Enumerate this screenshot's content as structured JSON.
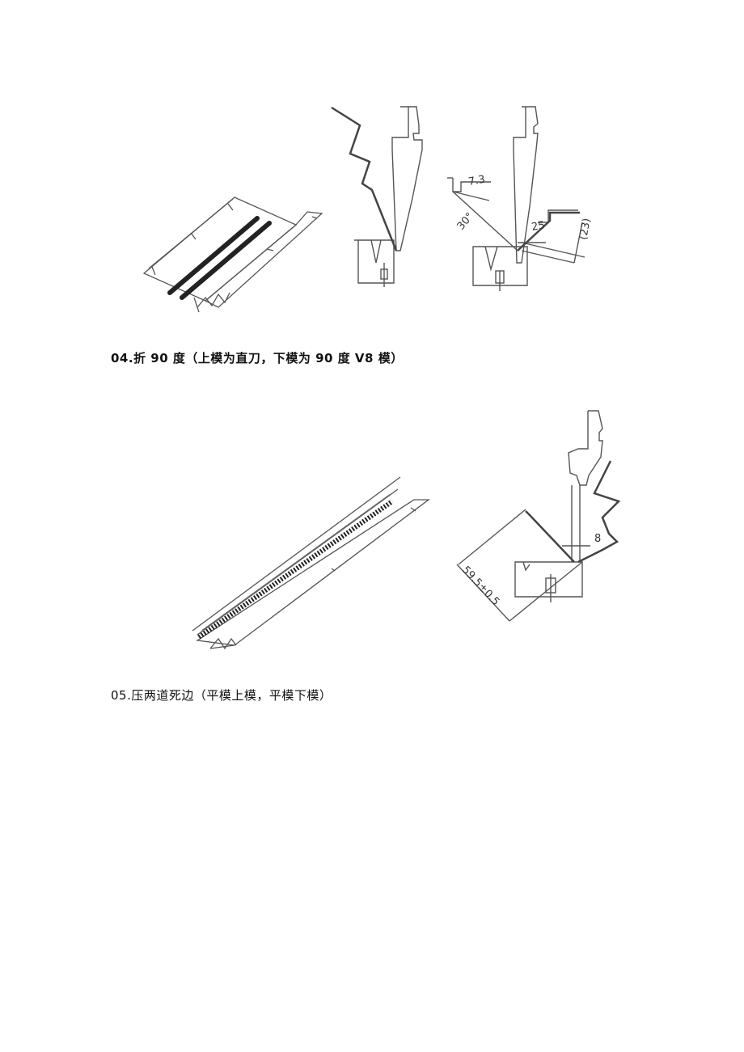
{
  "sections": [
    {
      "caption": "04.折 90 度（上模为直刀，下模为 90 度 V8 模）",
      "figures": {
        "part_view": "isometric-part-with-two-dark-grooves",
        "step1": "punch-and-die-first-bend",
        "step2": {
          "dimensions": {
            "d1": "7.3",
            "angle": "30°",
            "d2": "25",
            "d3": "(23)"
          }
        }
      }
    },
    {
      "caption": "05.压两道死边（平模上模，平模下模）",
      "figures": {
        "part_view": "isometric-long-channel-with-serrated-hem",
        "step": {
          "dimensions": {
            "d1": "8",
            "d2": "59.5±0.5"
          }
        }
      }
    }
  ],
  "colors": {
    "line": "#555555",
    "dark_line": "#222222",
    "background": "#ffffff"
  }
}
